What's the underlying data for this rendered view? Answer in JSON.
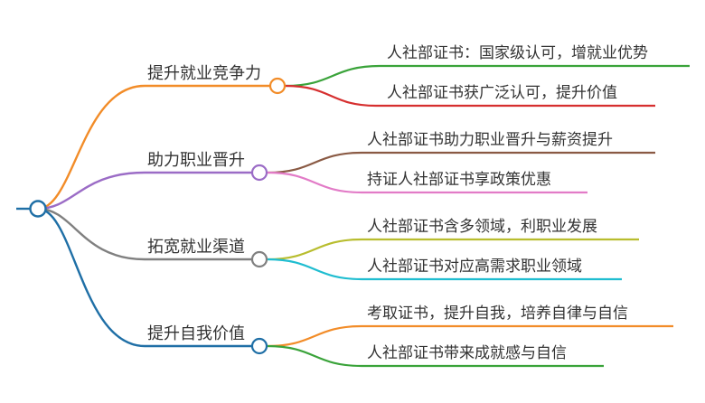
{
  "mindmap": {
    "root": {
      "label": "",
      "color": "#1f6fa6"
    },
    "branches": [
      {
        "label": "提升就业竞争力",
        "color": "#f28c28",
        "children": [
          {
            "label": "人社部证书：国家级认可，增就业优势",
            "color": "#3aa33a"
          },
          {
            "label": "人社部证书获广泛认可，提升价值",
            "color": "#d62f2f"
          }
        ]
      },
      {
        "label": "助力职业晋升",
        "color": "#9b6cc6",
        "children": [
          {
            "label": "人社部证书助力职业晋升与薪资提升",
            "color": "#8a5a44"
          },
          {
            "label": "持证人社部证书享政策优惠",
            "color": "#e27bc7"
          }
        ]
      },
      {
        "label": "拓宽就业渠道",
        "color": "#808080",
        "children": [
          {
            "label": "人社部证书含多领域，利职业发展",
            "color": "#b8bd2e"
          },
          {
            "label": "人社部证书对应高需求职业领域",
            "color": "#1fbdd0"
          }
        ]
      },
      {
        "label": "提升自我价值",
        "color": "#1f6fa6",
        "children": [
          {
            "label": "考取证书，提升自我，培养自律与自信",
            "color": "#f28c28"
          },
          {
            "label": "人社部证书带来成就感与自信",
            "color": "#3aa33a"
          }
        ]
      }
    ]
  }
}
